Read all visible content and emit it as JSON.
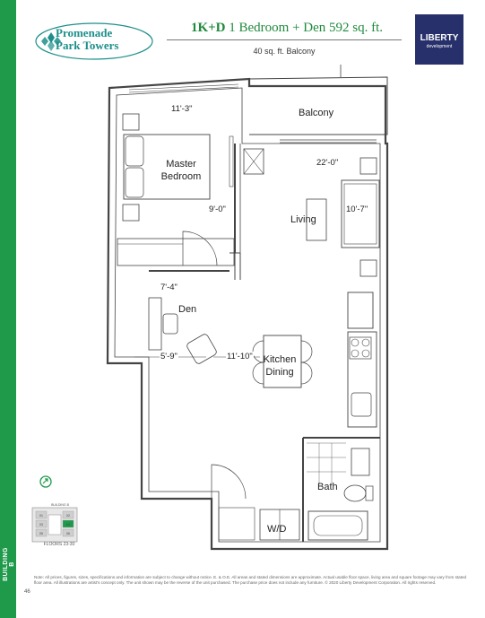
{
  "sidebar": {
    "label": "BUILDING B"
  },
  "logo": {
    "line1": "Promenade",
    "line2": "Park Towers"
  },
  "header": {
    "unit_code": "1K+D",
    "unit_desc": "1 Bedroom + Den 592 sq. ft.",
    "balcony_note": "40 sq. ft. Balcony"
  },
  "brand": {
    "name": "LIBERTY",
    "sub": "development"
  },
  "rooms": {
    "balcony": "Balcony",
    "master_bedroom_1": "Master",
    "master_bedroom_2": "Bedroom",
    "living": "Living",
    "den": "Den",
    "kitchen_1": "Kitchen",
    "kitchen_2": "Dining",
    "bath": "Bath",
    "laundry": "W/D"
  },
  "dimensions": {
    "bedroom_width": "11'-3\"",
    "living_width": "22'-0\"",
    "bedroom_depth": "9'-0\"",
    "living_depth": "10'-7\"",
    "den_width": "7'-4\"",
    "den_depth": "5'-9\"",
    "kitchen_length": "11'-10\""
  },
  "keyplan": {
    "building": "BUILDING B",
    "floors": "FLOORS 23-30",
    "units": [
      "01",
      "02",
      "03",
      "04",
      "05",
      "06",
      "07",
      "08",
      "09",
      "10",
      "11",
      "12"
    ]
  },
  "footer": {
    "disclaimer": "Note: All prices, figures, sizes, specifications and information are subject to change without notice. E. & O.E. All areas and stated dimensions are approximate. Actual usable floor space, living area and square footage may vary from stated floor area. All illustrations are artist's concept only. The unit shown may be the reverse of the unit purchased. The purchase price does not include any furniture. © 2020 Liberty Development Corporation. All rights reserved.",
    "page_number": "46"
  },
  "colors": {
    "sidebar_green": "#1f9a4a",
    "title_green": "#1f8a3c",
    "logo_teal": "#1d8f8a",
    "brand_navy": "#27306b"
  }
}
